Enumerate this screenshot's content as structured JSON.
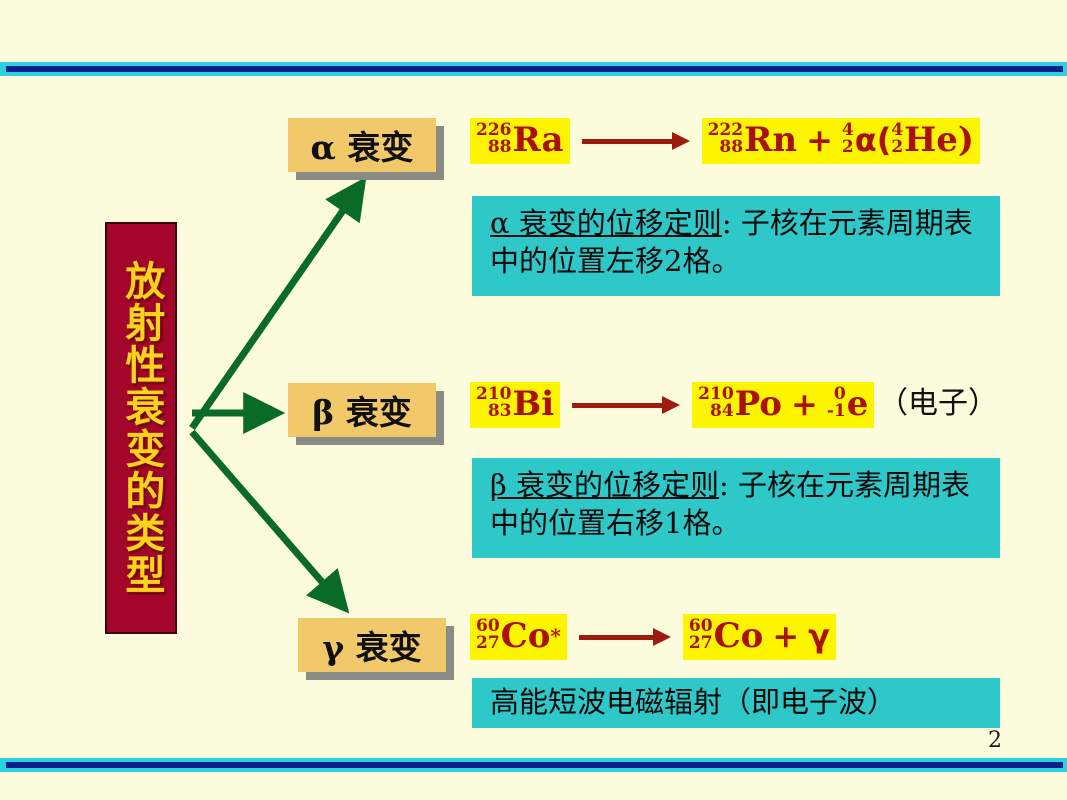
{
  "slide": {
    "page_number": "2",
    "background_color": "#fcfbdc",
    "accent_rule_color": "#2ad2e0",
    "accent_rule_inner_color": "#06218c"
  },
  "title": {
    "vertical_text": "放射性衰变的类型",
    "background_color": "#a3062a",
    "text_color": "#ffd21e"
  },
  "branches": [
    {
      "key": "alpha",
      "type_label": "α 衰变",
      "box_color": "#f2c96a",
      "equation": {
        "reactant": {
          "mass": "226",
          "atomic": "88",
          "symbol": "Ra"
        },
        "products": [
          {
            "mass": "222",
            "atomic": "88",
            "symbol": "Rn"
          },
          {
            "mass": "4",
            "atomic": "2",
            "symbol": "α(",
            "paren_mass": "4",
            "paren_atomic": "2",
            "paren_symbol": "He)"
          }
        ],
        "plus": "+",
        "highlight_color": "#fdf500",
        "text_color": "#a81208"
      },
      "rule": {
        "lead": "α 衰变的位移定则",
        "body": ": 子核在元素周期表中的位置左移2格。",
        "background_color": "#2ec8c8"
      }
    },
    {
      "key": "beta",
      "type_label": "β 衰变",
      "box_color": "#f2c96a",
      "equation": {
        "reactant": {
          "mass": "210",
          "atomic": "83",
          "symbol": "Bi"
        },
        "products": [
          {
            "mass": "210",
            "atomic": "84",
            "symbol": "Po"
          },
          {
            "mass": "0",
            "atomic": "-1",
            "symbol": "e"
          }
        ],
        "plus": "+",
        "highlight_color": "#fdf500",
        "text_color": "#a81208"
      },
      "note": "（电子）",
      "rule": {
        "lead": "β 衰变的位移定则",
        "body": ": 子核在元素周期表中的位置右移1格。",
        "background_color": "#2ec8c8"
      }
    },
    {
      "key": "gamma",
      "type_label": "γ 衰变",
      "box_color": "#f2c96a",
      "equation": {
        "reactant": {
          "mass": "60",
          "atomic": "27",
          "symbol": "Co",
          "excited": "*"
        },
        "products": [
          {
            "mass": "60",
            "atomic": "27",
            "symbol": "Co"
          },
          {
            "symbol": "γ"
          }
        ],
        "plus": "+",
        "highlight_color": "#fdf500",
        "text_color": "#a81208"
      },
      "rule": {
        "body": "高能短波电磁辐射（即电子波）",
        "background_color": "#2ec8c8"
      }
    }
  ],
  "arrows": {
    "color": "#0a6b26",
    "count": 3
  }
}
